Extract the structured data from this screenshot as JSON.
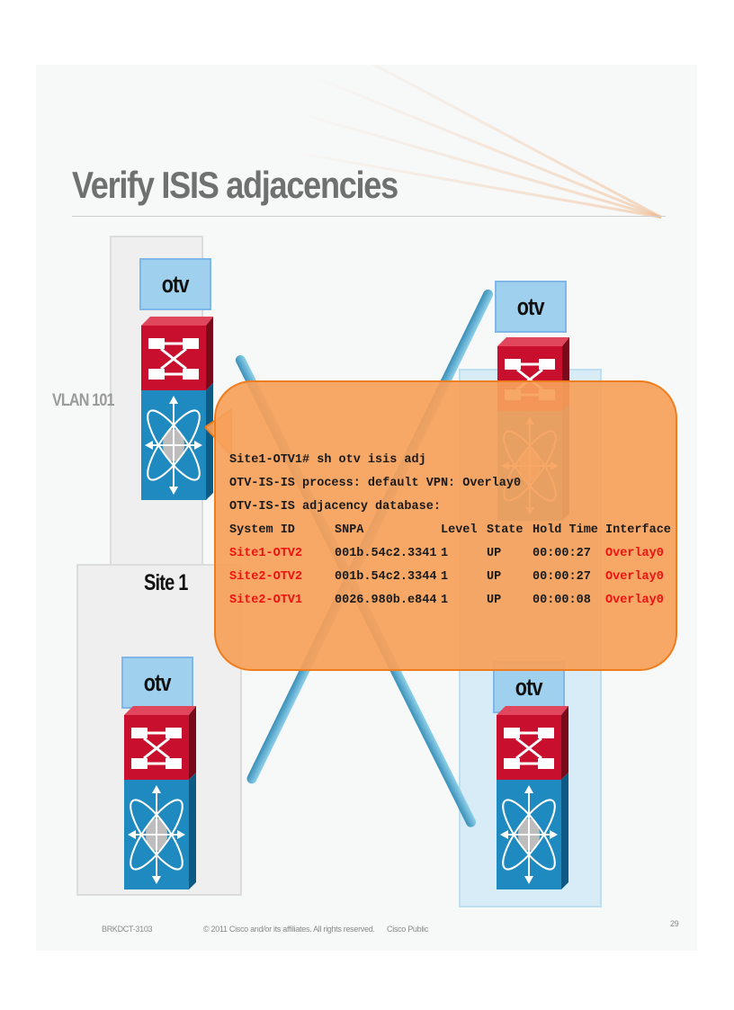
{
  "slide": {
    "title": "Verify ISIS adjacencies",
    "vlan_label": "VLAN 101",
    "site1_label": "Site 1",
    "device_label": "otv"
  },
  "cli": {
    "prompt_line": "Site1-OTV1# sh otv isis adj",
    "process_line": "OTV-IS-IS process: default VPN: Overlay0",
    "db_line": "OTV-IS-IS adjacency database:",
    "headers": [
      "System ID",
      "SNPA",
      "Level",
      "State",
      "Hold Time",
      "Interface"
    ],
    "rows": [
      [
        "Site1-OTV2",
        "001b.54c2.3341",
        "1",
        "UP",
        "00:00:27",
        "Overlay0"
      ],
      [
        "Site2-OTV2",
        "001b.54c2.3344",
        "1",
        "UP",
        "00:00:27",
        "Overlay0"
      ],
      [
        "Site2-OTV1",
        "0026.980b.e844",
        "1",
        "UP",
        "00:00:08",
        "Overlay0"
      ]
    ]
  },
  "footer": {
    "session": "BRKDCT-3103",
    "copyright": "© 2011 Cisco and/or its affiliates. All rights reserved.",
    "classification": "Cisco Public",
    "page_number": "29"
  },
  "colors": {
    "title": "#6f7070",
    "bubble": "#f6a05a",
    "bubble_border": "#ef7d1e",
    "highlight": "#ee1111",
    "switch_red": "#c8102e",
    "switch_blue": "#1f8ac0",
    "otv_box": "#9fd0ee"
  }
}
